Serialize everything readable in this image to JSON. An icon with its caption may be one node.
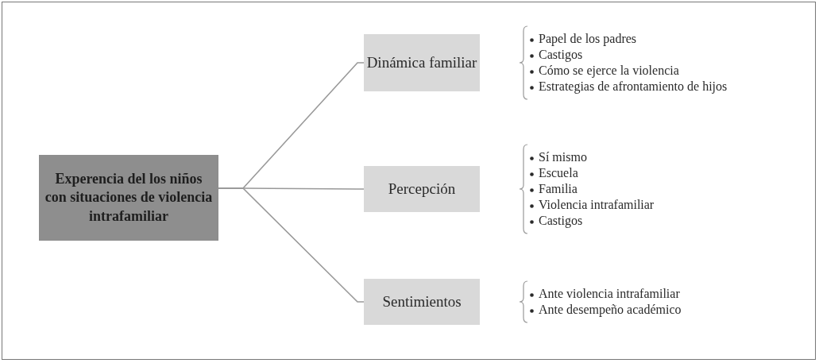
{
  "diagram": {
    "nodes": [
      {
        "text": [
          "Experencia del los niños con situaciones de violencia intrafamiliar"
        ]
      },
      {
        "text": [
          "Dinámica familiar"
        ],
        "beside": [
          "Papel de los padres",
          "Castigos",
          "Cómo se ejerce la violencia",
          "Estrategias de afrontamiento de hijos"
        ]
      },
      {
        "text": [
          "Percepción"
        ],
        "beside": [
          "Sí mismo",
          "Escuela",
          "Familia",
          "Violencia intrafamiliar",
          "Castigos"
        ]
      },
      {
        "text": [
          "Sentimientos"
        ],
        "beside": [
          "Ante violencia intrafamiliar",
          "Ante desempeño académico"
        ]
      }
    ],
    "edges": [
      {
        "from": 0,
        "to": 1,
        "arrow": "none"
      },
      {
        "from": 0,
        "to": 2,
        "arrow": "none"
      },
      {
        "from": 0,
        "to": 3,
        "arrow": "none"
      }
    ]
  }
}
